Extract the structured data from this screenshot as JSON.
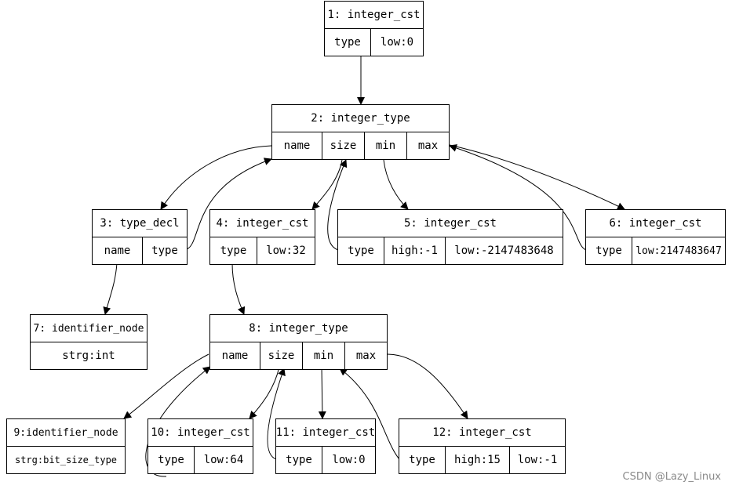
{
  "nodes": {
    "n1": {
      "title": "1: integer_cst",
      "fields": [
        "type",
        "low:0"
      ]
    },
    "n2": {
      "title": "2: integer_type",
      "fields": [
        "name",
        "size",
        "min",
        "max"
      ]
    },
    "n3": {
      "title": "3: type_decl",
      "fields": [
        "name",
        "type"
      ]
    },
    "n4": {
      "title": "4: integer_cst",
      "fields": [
        "type",
        "low:32"
      ]
    },
    "n5": {
      "title": "5: integer_cst",
      "fields": [
        "type",
        "high:-1",
        "low:-2147483648"
      ]
    },
    "n6": {
      "title": "6: integer_cst",
      "fields": [
        "type",
        "low:2147483647"
      ]
    },
    "n7": {
      "title": "7: identifier_node",
      "fields": [
        "strg:int"
      ]
    },
    "n8": {
      "title": "8: integer_type",
      "fields": [
        "name",
        "size",
        "min",
        "max"
      ]
    },
    "n9": {
      "title": "9:identifier_node",
      "fields": [
        "strg:bit_size_type"
      ]
    },
    "n10": {
      "title": "10: integer_cst",
      "fields": [
        "type",
        "low:64"
      ]
    },
    "n11": {
      "title": "11: integer_cst",
      "fields": [
        "type",
        "low:0"
      ]
    },
    "n12": {
      "title": "12: integer_cst",
      "fields": [
        "type",
        "high:15",
        "low:-1"
      ]
    }
  },
  "edges": [
    {
      "from": "n1.type",
      "to": "n2"
    },
    {
      "from": "n2.name",
      "to": "n3"
    },
    {
      "from": "n3.type",
      "to": "n2"
    },
    {
      "from": "n2.size",
      "to": "n4"
    },
    {
      "from": "n4.type",
      "to": "n8"
    },
    {
      "from": "n2.min",
      "to": "n5"
    },
    {
      "from": "n5.type",
      "to": "n2"
    },
    {
      "from": "n2.max",
      "to": "n6"
    },
    {
      "from": "n6.type",
      "to": "n2"
    },
    {
      "from": "n3.name",
      "to": "n7"
    },
    {
      "from": "n8.name",
      "to": "n9"
    },
    {
      "from": "n10.type",
      "to": "n8"
    },
    {
      "from": "n8.size",
      "to": "n10"
    },
    {
      "from": "n8.min",
      "to": "n11"
    },
    {
      "from": "n12.type",
      "to": "n8"
    },
    {
      "from": "n8.max",
      "to": "n12"
    }
  ],
  "watermark": "CSDN @Lazy_Linux"
}
